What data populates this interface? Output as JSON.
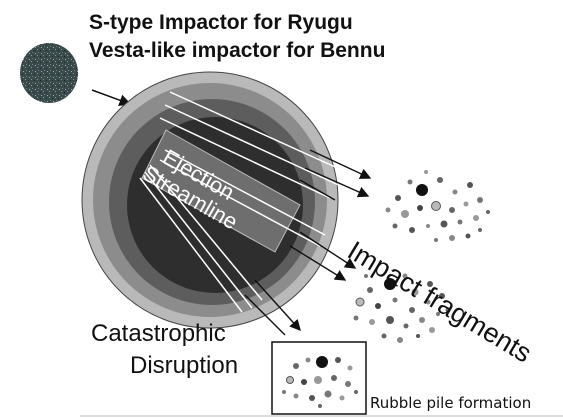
{
  "title": {
    "line1": "S-type Impactor for Ryugu",
    "line2": "Vesta-like impactor for Bennu"
  },
  "labels": {
    "ejection": "Ejection",
    "streamline": "Streamline",
    "impact_fragments": "Impact fragments",
    "catastrophic_line1": "Catastrophic",
    "catastrophic_line2": "Disruption",
    "rubble_pile": "Rubble pile formation"
  },
  "colors": {
    "impactor": "#3a4a4a",
    "ring_outer": "#b9b9b9",
    "ring_2": "#8c8c8c",
    "ring_3": "#5d5d5d",
    "core": "#2e2e2e",
    "streamline_band": "#6e6e6e",
    "arrow": "#111111"
  }
}
